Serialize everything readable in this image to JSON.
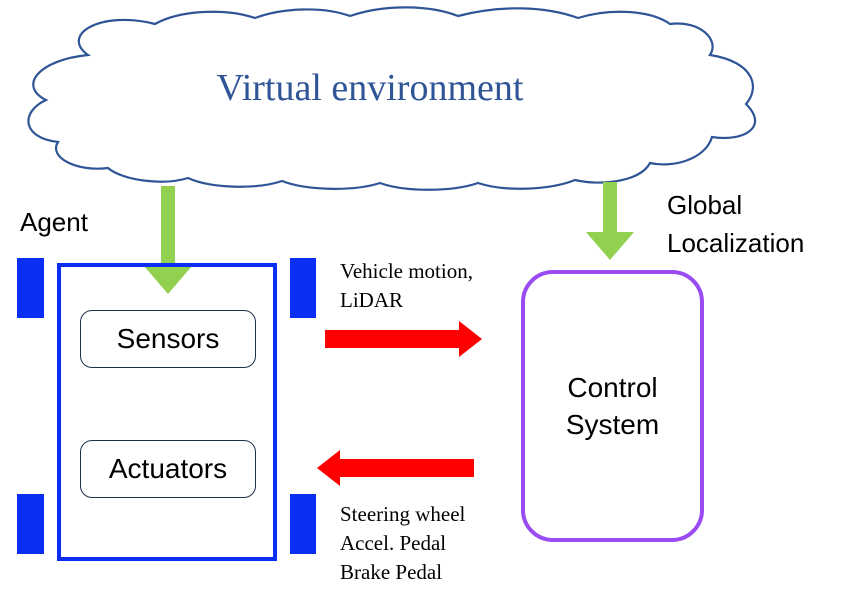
{
  "cloud": {
    "title": "Virtual environment"
  },
  "agent": {
    "label": "Agent",
    "sensors_label": "Sensors",
    "actuators_label": "Actuators"
  },
  "global_localization": {
    "line1": "Global",
    "line2": "Localization"
  },
  "control_system": {
    "line1": "Control",
    "line2": "System"
  },
  "vehicle_to_control": {
    "line1": "Vehicle motion,",
    "line2": "LiDAR"
  },
  "control_to_vehicle": {
    "line1": "Steering wheel",
    "line2": "Accel. Pedal",
    "line3": "Brake Pedal"
  },
  "colors": {
    "cloud_text": "#2f5597",
    "vehicle_blue": "#0b2ef5",
    "environment_arrows": "#92d050",
    "signal_arrows": "#ff0000",
    "control_border": "#9a4cf2"
  }
}
